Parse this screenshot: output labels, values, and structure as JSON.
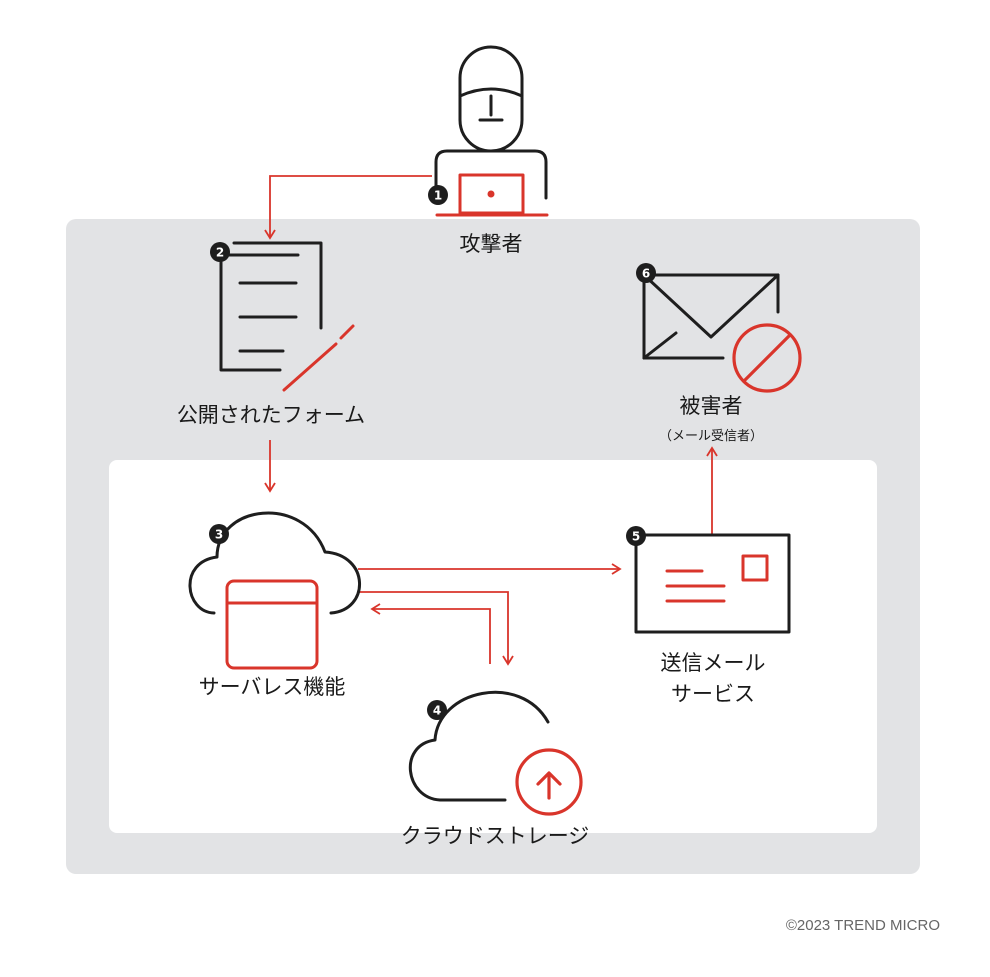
{
  "nodes": {
    "attacker": {
      "step": "1",
      "label": "攻撃者"
    },
    "form": {
      "step": "2",
      "label": "公開されたフォーム"
    },
    "serverless": {
      "step": "3",
      "label": "サーバレス機能"
    },
    "storage": {
      "step": "4",
      "label": "クラウドストレージ"
    },
    "mail_service": {
      "step": "5",
      "label_line1": "送信メール",
      "label_line2": "サービス"
    },
    "victim": {
      "step": "6",
      "label": "被害者",
      "sublabel": "（メール受信者）"
    }
  },
  "copyright": "©2023 TREND MICRO",
  "colors": {
    "accent_red": "#d9352b",
    "outer_panel": "#e2e3e5",
    "inner_panel": "#ffffff",
    "icon_dark": "#1e1e1e"
  }
}
